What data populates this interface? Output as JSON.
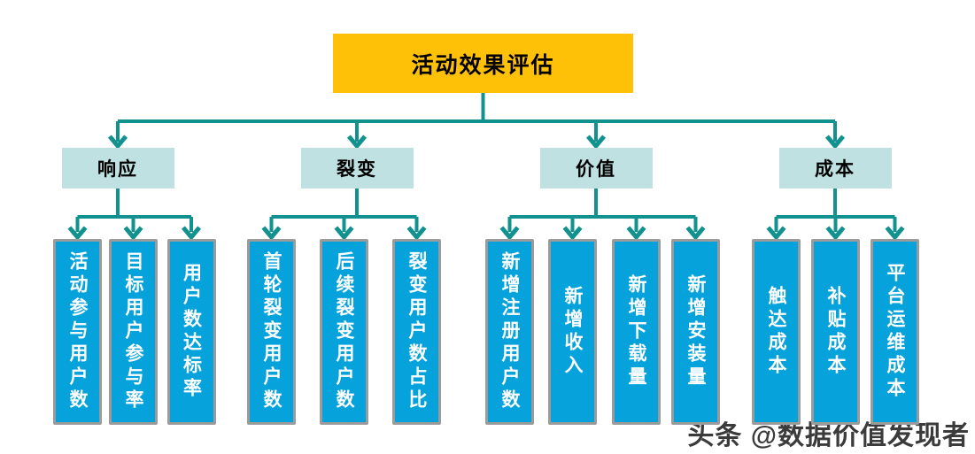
{
  "diagram": {
    "title": "活动效果评估",
    "groups": [
      {
        "label": "响应",
        "children": [
          "活动参与用户数",
          "目标用户参与率",
          "用户数达标率"
        ]
      },
      {
        "label": "裂变",
        "children": [
          "首轮裂变用户数",
          "后续裂变用户数",
          "裂变用户数占比"
        ]
      },
      {
        "label": "价值",
        "children": [
          "新增注册用户数",
          "新增收入",
          "新增下载量",
          "新增安装量"
        ]
      },
      {
        "label": "成本",
        "children": [
          "触达成本",
          "补贴成本",
          "平台运维成本"
        ]
      }
    ]
  },
  "watermark": "头条 @数据价值发现者",
  "colors": {
    "root_fill": "#FEC107",
    "branch_fill": "#BFE1E2",
    "leaf_fill": "#05A2DC",
    "leaf_border": "#9B9B9B",
    "connector": "#12928E",
    "node_text": "#000000",
    "leaf_text": "#FFFFFF",
    "watermark_text": "#3B3B3B"
  }
}
